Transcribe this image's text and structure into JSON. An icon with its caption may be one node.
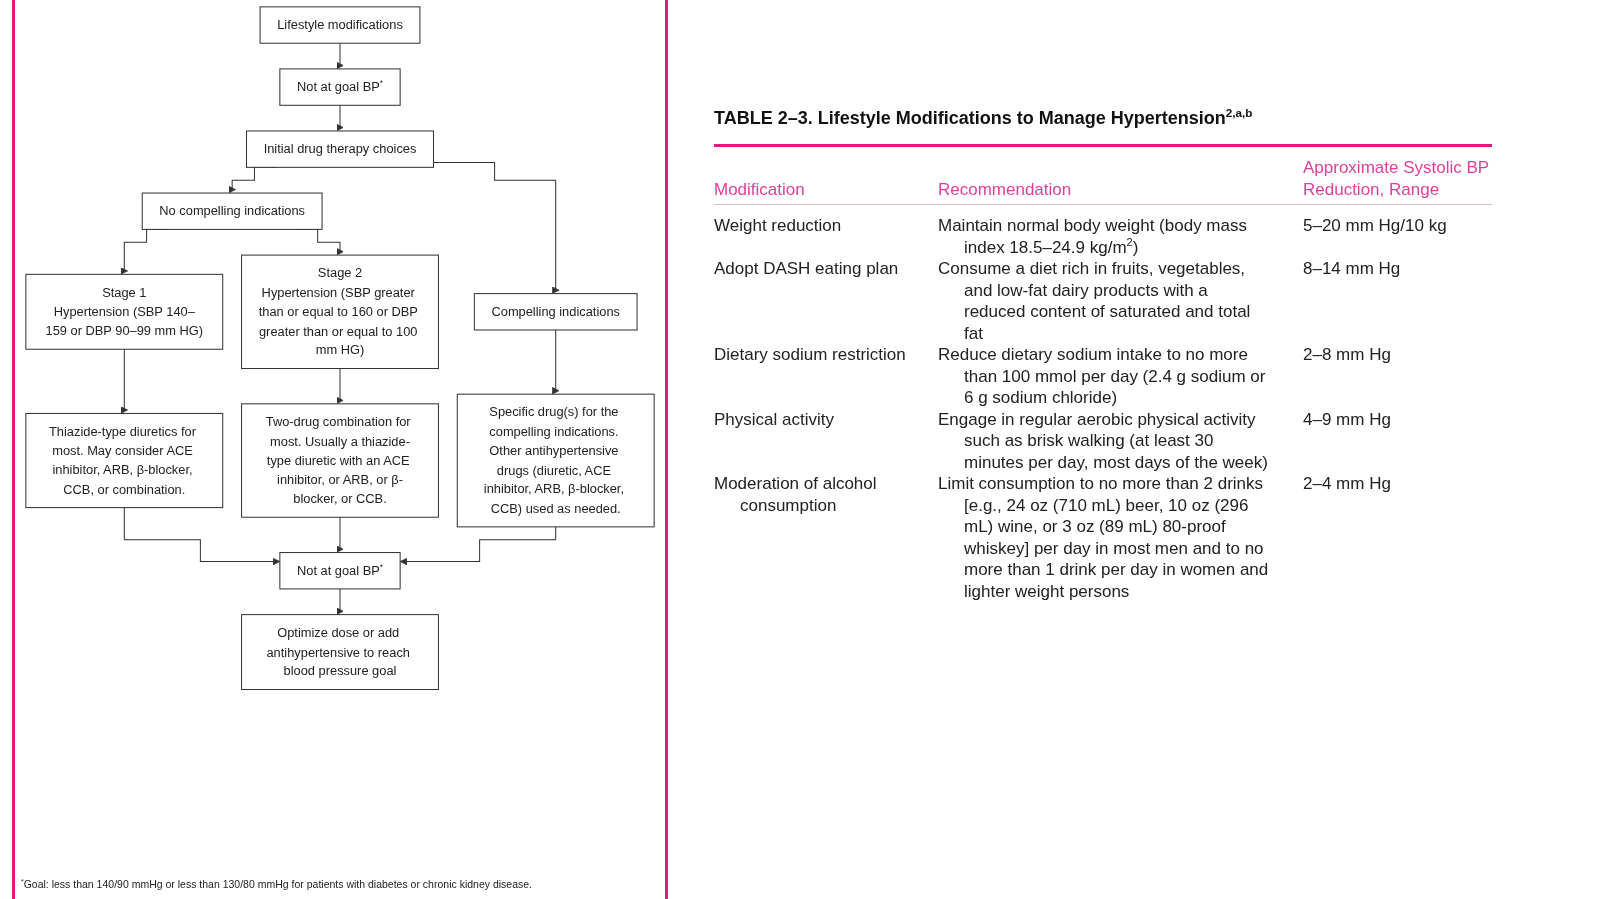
{
  "diagram": {
    "title": "TABLE 2–3. Lifestyle Modifications to Manage Hypertension$^{2,a,b}$",
    "caption": "$^{*}$Goal: less than 140/90 mmHg or less than 130/80 mmHg for patients with diabetes or chronic kidney disease.",
    "nodes": [
      {
        "text": [
          "Lifestyle modifications"
        ]
      },
      {
        "text": [
          "Not at goal BP$^{*}$"
        ]
      },
      {
        "text": [
          "Initial drug therapy choices"
        ]
      },
      {
        "text": [
          "No compelling indications"
        ]
      },
      {
        "text": [
          "Compelling indications"
        ]
      },
      {
        "text": [
          "Stage 1",
          "Hypertension (SBP 140–159 or DBP 90–99 mm HG)"
        ]
      },
      {
        "text": [
          "Stage 2",
          "Hypertension (SBP greater than or equal to 160 or DBP greater than or equal to 100 mm HG)"
        ]
      },
      {
        "text": [
          "Thiazide-type diuretics for most. May consider ACE inhibitor, ARB, β-blocker, CCB, or combination."
        ]
      },
      {
        "text": [
          "Two-drug combination for most. Usually a thiazide-type diuretic with an ACE inhibitor, or ARB, or β-blocker, or CCB."
        ]
      },
      {
        "text": [
          "Specific drug(s) for the compelling indications. Other antihypertensive drugs (diuretic, ACE inhibitor, ARB, β-blocker, CCB) used as needed."
        ]
      },
      {
        "text": [
          "Not at goal BP$^{*}$"
        ]
      },
      {
        "text": [
          "Optimize dose or add antihypertensive to reach blood pressure goal"
        ]
      }
    ],
    "edges": [
      {
        "from": 0,
        "to": 1,
        "arrow": "to"
      },
      {
        "from": 1,
        "to": 2,
        "arrow": "to"
      },
      {
        "from": 2,
        "to": 3,
        "arrow": "to"
      },
      {
        "from": 2,
        "to": 4,
        "arrow": "to"
      },
      {
        "from": 3,
        "to": 5,
        "arrow": "to"
      },
      {
        "from": 3,
        "to": 6,
        "arrow": "to"
      },
      {
        "from": 5,
        "to": 7,
        "arrow": "to"
      },
      {
        "from": 6,
        "to": 8,
        "arrow": "to"
      },
      {
        "from": 4,
        "to": 9,
        "arrow": "to"
      },
      {
        "from": 7,
        "to": 10,
        "arrow": "to"
      },
      {
        "from": 8,
        "to": 10,
        "arrow": "to"
      },
      {
        "from": 9,
        "to": 10,
        "arrow": "to"
      },
      {
        "from": 10,
        "to": 11,
        "arrow": "to"
      }
    ],
    "labels": [
      "Modification",
      "Recommendation",
      "Approximate Systolic BP Reduction, Range",
      "Weight reduction",
      "Maintain normal body weight (body mass index 18.5–24.9 kg/m$^{2}$)",
      "5–20 mm Hg/10 kg",
      "Adopt DASH eating plan",
      "Consume a diet rich in fruits, vegetables, and low-fat dairy products with a reduced content of saturated and total fat",
      "8–14 mm Hg",
      "Dietary sodium restriction",
      "Reduce dietary sodium intake to no more than 100 mmol per day (2.4 g sodium or 6 g sodium chloride)",
      "2–8 mm Hg",
      "Physical activity",
      "Engage in regular aerobic physical activity such as brisk walking (at least 30 minutes per day, most days of the week)",
      "4–9 mm Hg",
      "Moderation of alcohol consumption",
      "Limit consumption to no more than 2 drinks [e.g., 24 oz (710 mL) beer, 10 oz (296 mL) wine, or 3 oz (89 mL) 80-proof whiskey] per day in most men and to no more than 1 drink per day in women and lighter weight persons",
      "2–4 mm Hg"
    ]
  }
}
